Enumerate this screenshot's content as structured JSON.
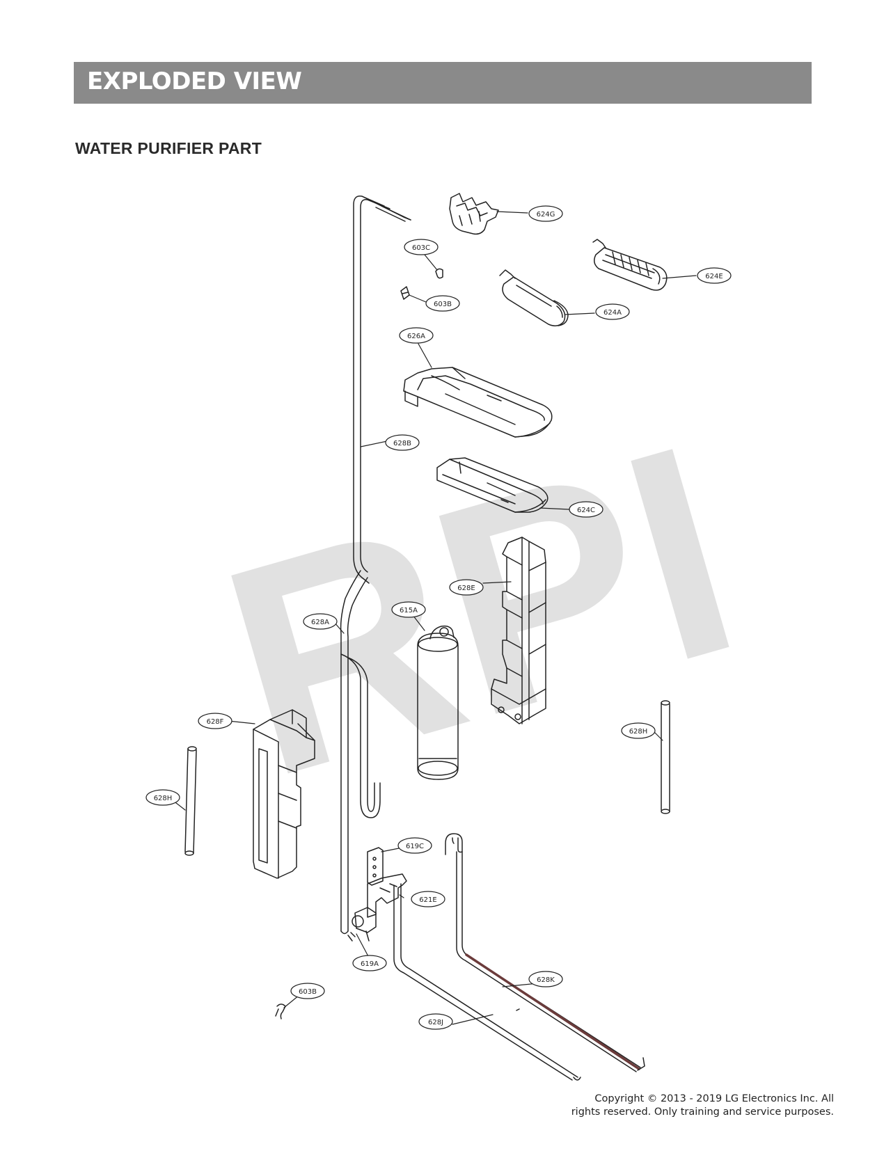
{
  "header": {
    "title": "EXPLODED VIEW"
  },
  "section": {
    "title": "WATER PURIFIER PART"
  },
  "watermark": {
    "text": "RPI",
    "color": "#dcdcdc"
  },
  "callouts": {
    "c624G": "624G",
    "c603C": "603C",
    "c624E": "624E",
    "c603B_top": "603B",
    "c624A": "624A",
    "c626A": "626A",
    "c628B": "628B",
    "c624C": "624C",
    "c628E": "628E",
    "c615A": "615A",
    "c628A": "628A",
    "c628F": "628F",
    "c628H_right": "628H",
    "c628H_left": "628H",
    "c619C": "619C",
    "c621E": "621E",
    "c619A": "619A",
    "c603B_bottom": "603B",
    "c628K": "628K",
    "c628J": "628J"
  },
  "footer": {
    "copyright_line1": "Copyright © 2013 - 2019 LG Electronics Inc. All",
    "copyright_line2": "rights reserved. Only training and service purposes."
  },
  "colors": {
    "header_bg": "#8a8a8a",
    "line": "#222222",
    "watermark": "#dcdcdc"
  }
}
